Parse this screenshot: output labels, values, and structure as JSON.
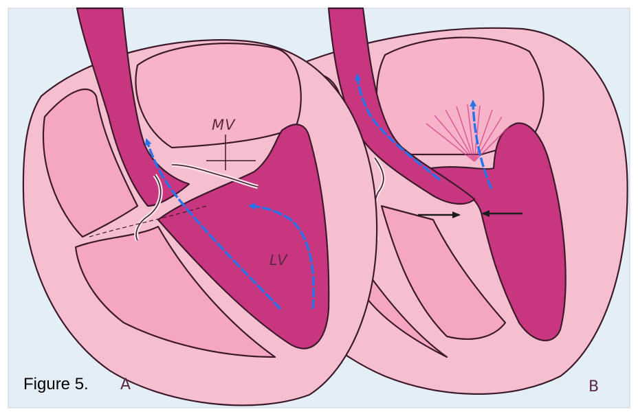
{
  "figure": {
    "caption": "Figure 5.",
    "panels": [
      {
        "label": "A"
      },
      {
        "label": "B"
      }
    ],
    "annotations": {
      "mitral_valve": "MV",
      "left_ventricle": "LV"
    },
    "colors": {
      "background": "#e3eef7",
      "outer_heart": "#f6bfd0",
      "chamber": "#f4a6c2",
      "myocardium": "#c8367f",
      "outline": "#3c1a2b",
      "flow_arrow": "#2a72e8",
      "contraction_arrow": "#1b1b1b"
    }
  }
}
